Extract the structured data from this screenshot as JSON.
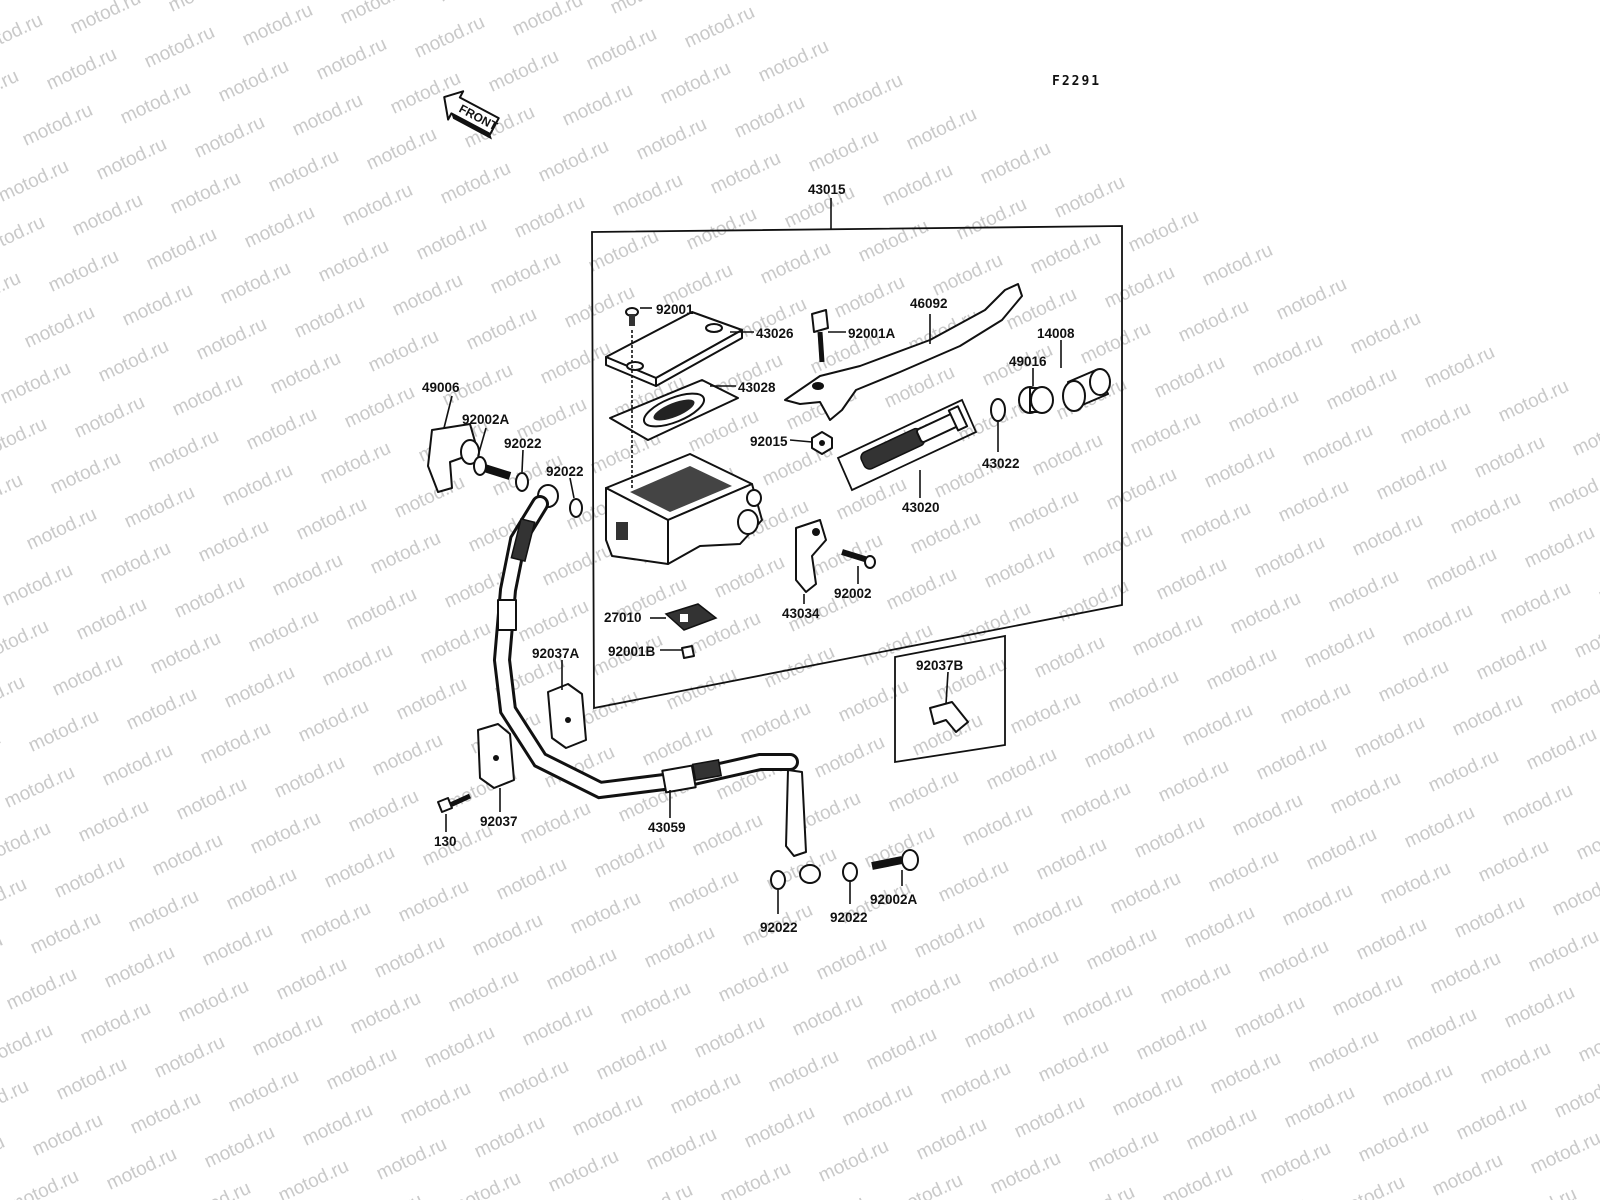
{
  "watermark": {
    "text": "motod.ru",
    "color": "#c9c9c9"
  },
  "diagram_code": "F2291",
  "front_arrow": {
    "text": "FRONT"
  },
  "callouts": [
    {
      "id": "43015",
      "text": "43015"
    },
    {
      "id": "92001",
      "text": "92001"
    },
    {
      "id": "43026",
      "text": "43026"
    },
    {
      "id": "92001A",
      "text": "92001A"
    },
    {
      "id": "46092",
      "text": "46092"
    },
    {
      "id": "14008",
      "text": "14008"
    },
    {
      "id": "49016",
      "text": "49016"
    },
    {
      "id": "43028",
      "text": "43028"
    },
    {
      "id": "49006",
      "text": "49006"
    },
    {
      "id": "92002A-top",
      "text": "92002A"
    },
    {
      "id": "92022-a",
      "text": "92022"
    },
    {
      "id": "92022-b",
      "text": "92022"
    },
    {
      "id": "92015",
      "text": "92015"
    },
    {
      "id": "43022",
      "text": "43022"
    },
    {
      "id": "43020",
      "text": "43020"
    },
    {
      "id": "92002",
      "text": "92002"
    },
    {
      "id": "43034",
      "text": "43034"
    },
    {
      "id": "27010",
      "text": "27010"
    },
    {
      "id": "92001B",
      "text": "92001B"
    },
    {
      "id": "92037A",
      "text": "92037A"
    },
    {
      "id": "92037B",
      "text": "92037B"
    },
    {
      "id": "130",
      "text": "130"
    },
    {
      "id": "92037",
      "text": "92037"
    },
    {
      "id": "43059",
      "text": "43059"
    },
    {
      "id": "92022-c",
      "text": "92022"
    },
    {
      "id": "92022-d",
      "text": "92022"
    },
    {
      "id": "92002A-bottom",
      "text": "92002A"
    }
  ]
}
